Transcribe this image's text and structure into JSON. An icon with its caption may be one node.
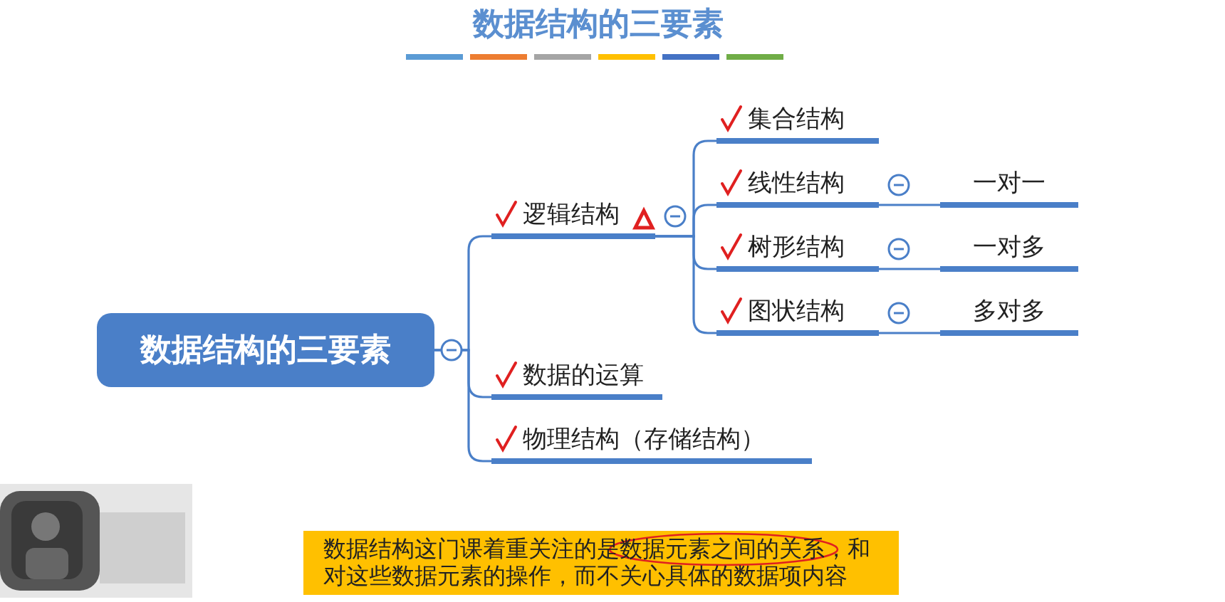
{
  "diagram": {
    "title": "数据结构的三要素",
    "nodes": [
      {
        "text": [
          "数据结构的三要素"
        ]
      },
      {
        "text": [
          "逻辑结构"
        ]
      },
      {
        "text": [
          "集合结构"
        ]
      },
      {
        "text": [
          "线性结构"
        ]
      },
      {
        "text": [
          "一对一"
        ]
      },
      {
        "text": [
          "树形结构"
        ]
      },
      {
        "text": [
          "一对多"
        ]
      },
      {
        "text": [
          "图状结构"
        ]
      },
      {
        "text": [
          "多对多"
        ]
      },
      {
        "text": [
          "数据的运算"
        ]
      },
      {
        "text": [
          "物理结构（存储结构）"
        ]
      },
      {
        "text": [
          "数据结构这门课着重关注的是数据元素之间的关系，和对这些数据元素的操作，而不关心具体的数据项内容"
        ]
      }
    ],
    "edges": [
      {
        "from": 0,
        "to": 1,
        "arrow": "none"
      },
      {
        "from": 0,
        "to": 9,
        "arrow": "none"
      },
      {
        "from": 0,
        "to": 10,
        "arrow": "none"
      },
      {
        "from": 1,
        "to": 2,
        "arrow": "none"
      },
      {
        "from": 1,
        "to": 3,
        "arrow": "none"
      },
      {
        "from": 1,
        "to": 5,
        "arrow": "none"
      },
      {
        "from": 1,
        "to": 7,
        "arrow": "none"
      },
      {
        "from": 3,
        "to": 4,
        "arrow": "none"
      },
      {
        "from": 5,
        "to": 6,
        "arrow": "none"
      },
      {
        "from": 7,
        "to": 8,
        "arrow": "none"
      }
    ]
  }
}
